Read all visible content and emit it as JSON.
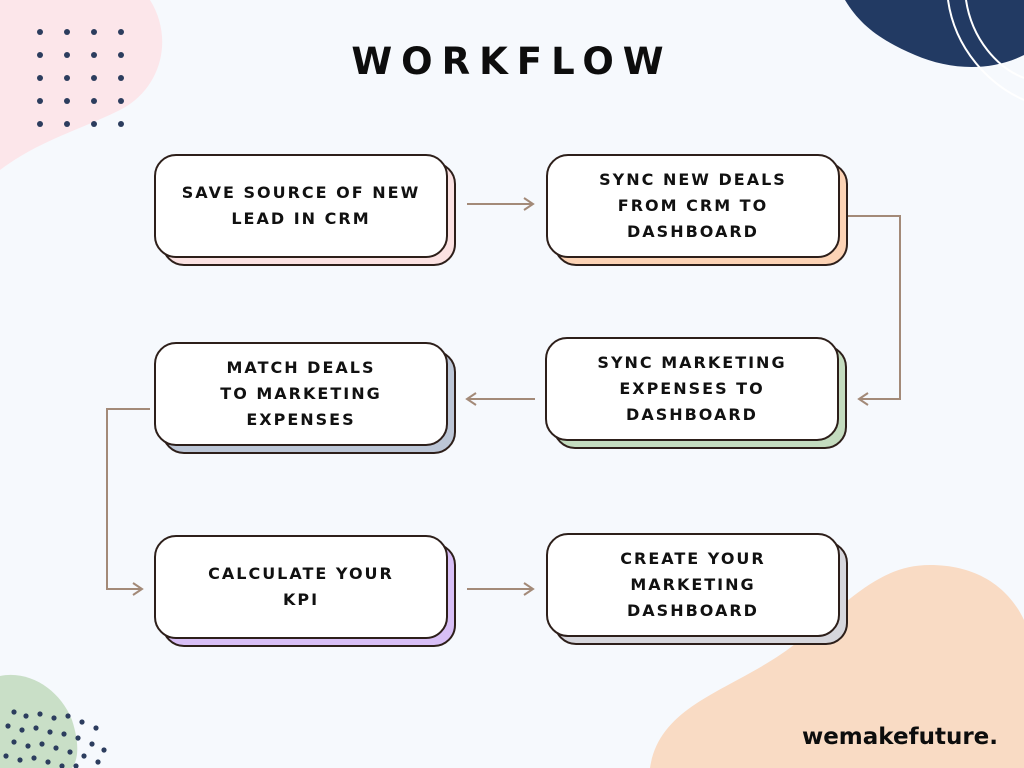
{
  "title": "WORKFLOW",
  "brand": "wemakefuture.",
  "colors": {
    "arrow": "#a38a78",
    "border": "#2d1f1a",
    "navy": "#223a63",
    "peach": "#f9dbc4",
    "pink": "#fce6ea",
    "green": "#c9dfc7",
    "dots": "#2c3d5e"
  },
  "steps": [
    {
      "label_lines": [
        "SAVE SOURCE OF NEW",
        "LEAD IN CRM"
      ],
      "shadow_color": "#fbe2e2"
    },
    {
      "label_lines": [
        "SYNC NEW DEALS",
        "FROM CRM TO",
        "DASHBOARD"
      ],
      "shadow_color": "#fcd3b5"
    },
    {
      "label_lines": [
        "SYNC MARKETING",
        "EXPENSES TO",
        "DASHBOARD"
      ],
      "shadow_color": "#c4dcbf"
    },
    {
      "label_lines": [
        "MATCH DEALS",
        "TO MARKETING",
        "EXPENSES"
      ],
      "shadow_color": "#bcc6d6"
    },
    {
      "label_lines": [
        "CALCULATE YOUR",
        "KPI"
      ],
      "shadow_color": "#d8bff6"
    },
    {
      "label_lines": [
        "CREATE YOUR",
        "MARKETING",
        "DASHBOARD"
      ],
      "shadow_color": "#d6d6dc"
    }
  ]
}
